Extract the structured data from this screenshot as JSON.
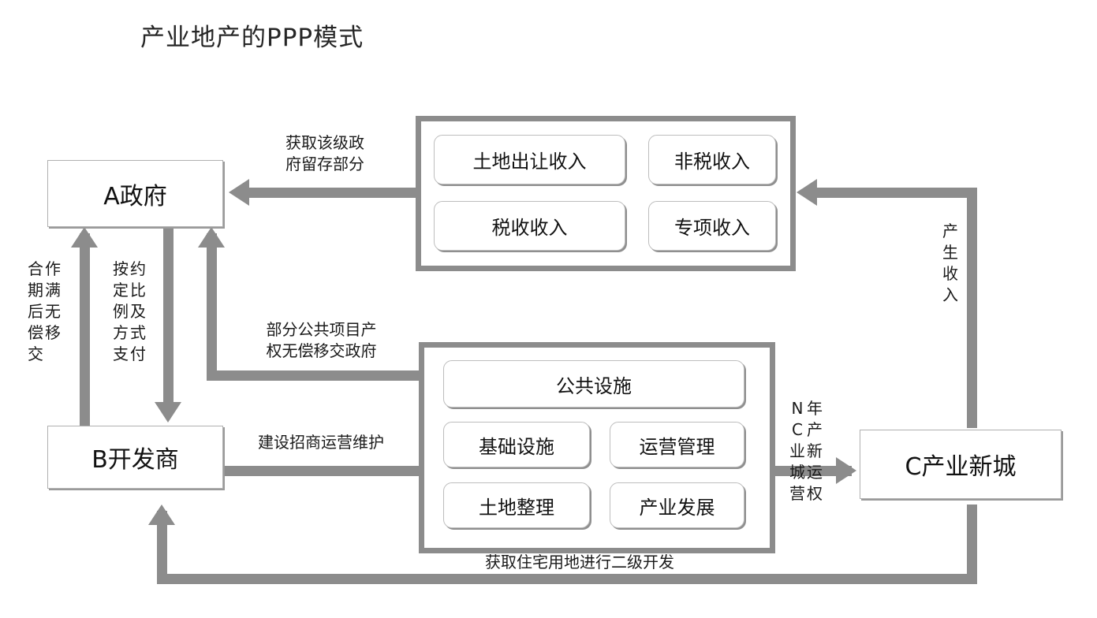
{
  "title": "产业地产的PPP模式",
  "actors": {
    "government": "A政府",
    "developer": "B开发商",
    "newcity": "C产业新城"
  },
  "revenue_box": {
    "items": [
      "土地出让收入",
      "非税收入",
      "税收收入",
      "专项收入"
    ]
  },
  "service_box": {
    "wide_item": "公共设施",
    "items": [
      "基础设施",
      "运营管理",
      "土地整理",
      "产业发展"
    ]
  },
  "edges": {
    "revenue_to_gov": "获取该级政\n府留存部分",
    "publicproject_to_gov": "部分公共项目产\n权无偿移交政府",
    "dev_to_services": "建设招商运营维护",
    "newcity_to_dev": "获取住宅用地进行二级开发",
    "transfer_after_term": {
      "col_right": "作\n满\n无\n移",
      "col_left": "合\n期\n后\n偿\n交"
    },
    "pay_by_agreement": {
      "col_right": "约\n比\n及\n式\n付",
      "col_left": "按\n定\n例\n方\n支"
    },
    "operating_right": {
      "col_right": "年\n产\n新\n运\n权",
      "col_left": "N\nC\n业\n城\n营"
    },
    "generate_revenue": "产\n生\n收\n入"
  },
  "colors": {
    "frame_gray": "#8c8c8c",
    "chip_border": "#bdbdbd",
    "text": "#1a1a1a",
    "background": "#ffffff"
  }
}
